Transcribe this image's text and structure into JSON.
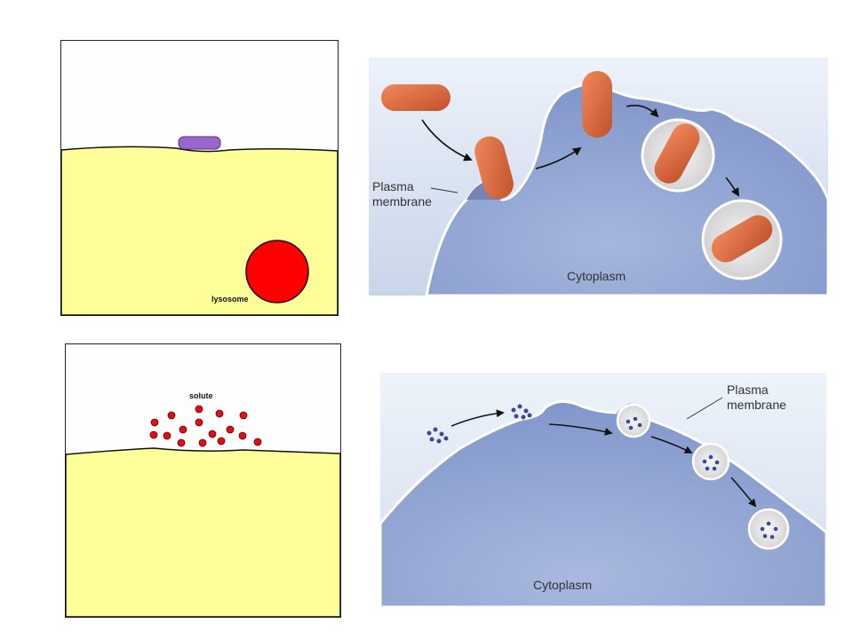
{
  "panels": {
    "phagocytosis_animation": {
      "labels": {
        "lysosome": "lysosome"
      },
      "colors": {
        "cytoplasm": "#ffff99",
        "particle": "#9966cc",
        "lysosome": "#ff0000"
      }
    },
    "phagocytosis_illustration": {
      "labels": {
        "plasma_membrane_line1": "Plasma",
        "plasma_membrane_line2": "membrane",
        "cytoplasm": "Cytoplasm"
      },
      "colors": {
        "cell": "#8fa4d4",
        "bacterium": "#d9643a"
      }
    },
    "pinocytosis_animation": {
      "labels": {
        "solute": "solute"
      },
      "colors": {
        "cytoplasm": "#ffff99",
        "solute": "#dd1111"
      }
    },
    "pinocytosis_illustration": {
      "labels": {
        "plasma_membrane_line1": "Plasma",
        "plasma_membrane_line2": "membrane",
        "cytoplasm": "Cytoplasm"
      },
      "colors": {
        "cell": "#8fa4d4",
        "solute": "#3a4a9a"
      }
    }
  }
}
